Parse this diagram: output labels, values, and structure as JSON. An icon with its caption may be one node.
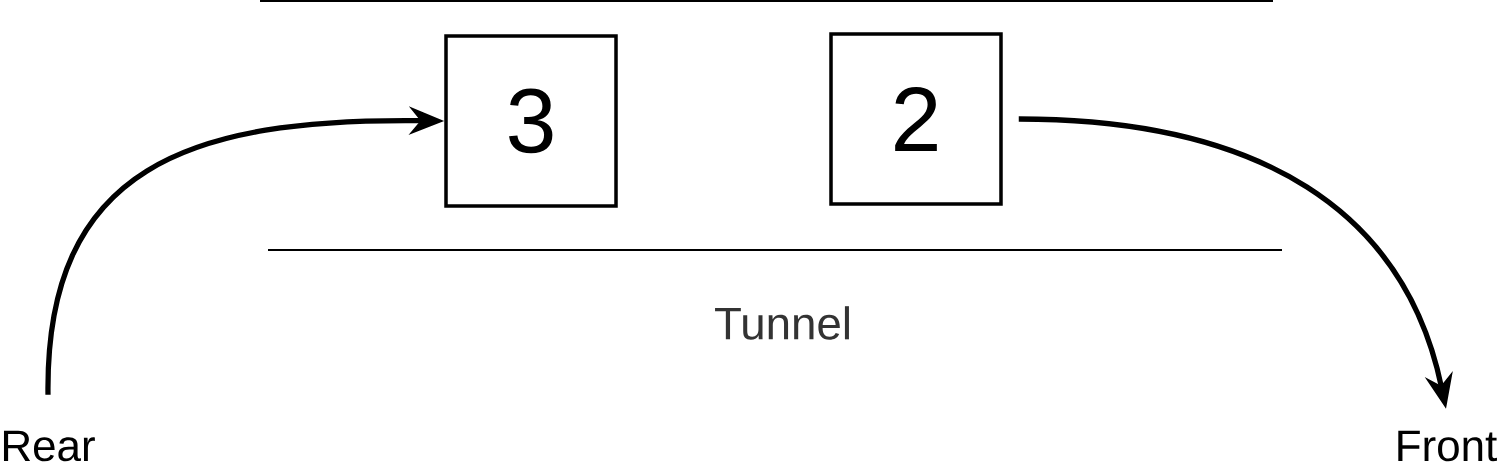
{
  "diagram": {
    "nodes": [
      {
        "text": [
          "Rear"
        ]
      },
      {
        "text": [
          "3"
        ]
      },
      {
        "text": [
          "2"
        ]
      },
      {
        "text": [
          "Front"
        ]
      }
    ],
    "edges": [
      {
        "from": 0,
        "to": 1,
        "arrow": "to"
      },
      {
        "from": 2,
        "to": 3,
        "arrow": "to"
      }
    ],
    "labels": [
      "Tunnel"
    ]
  }
}
